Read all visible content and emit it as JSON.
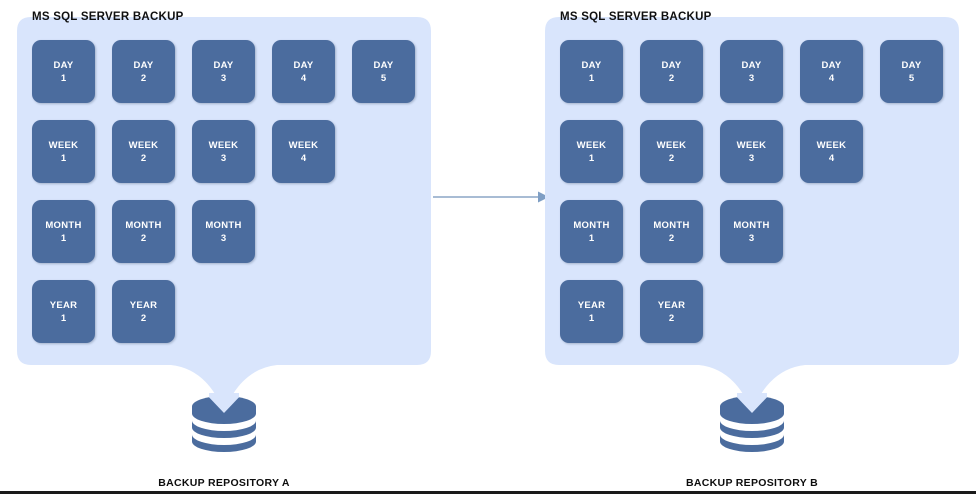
{
  "diagram": {
    "title": "MS SQL Server Backup retention copied between two backup repositories",
    "colors": {
      "panel_fill": "#d9e5fc",
      "tile_fill": "#4b6c9e",
      "tile_text": "#ffffff",
      "cylinder_fill": "#4b6c9e",
      "arrow": "#a8bcd4",
      "label_text": "#101010",
      "page_background": "#ffffff",
      "bottom_rule": "#1a1a1a"
    },
    "groups": [
      {
        "id": "backup-repository-a",
        "side": "left",
        "panel_title": "MS SQL SERVER BACKUP",
        "caption": "BACKUP REPOSITORY A",
        "storage_icon": "database-cylinder-icon",
        "rows": [
          {
            "id": "day-row",
            "unit": "DAY",
            "tiles": [
              {
                "unit": "DAY",
                "num": "1"
              },
              {
                "unit": "DAY",
                "num": "2"
              },
              {
                "unit": "DAY",
                "num": "3"
              },
              {
                "unit": "DAY",
                "num": "4"
              },
              {
                "unit": "DAY",
                "num": "5"
              }
            ]
          },
          {
            "id": "week-row",
            "unit": "WEEK",
            "tiles": [
              {
                "unit": "WEEK",
                "num": "1"
              },
              {
                "unit": "WEEK",
                "num": "2"
              },
              {
                "unit": "WEEK",
                "num": "3"
              },
              {
                "unit": "WEEK",
                "num": "4"
              }
            ]
          },
          {
            "id": "month-row",
            "unit": "MONTH",
            "tiles": [
              {
                "unit": "MONTH",
                "num": "1"
              },
              {
                "unit": "MONTH",
                "num": "2"
              },
              {
                "unit": "MONTH",
                "num": "3"
              }
            ]
          },
          {
            "id": "year-row",
            "unit": "YEAR",
            "tiles": [
              {
                "unit": "YEAR",
                "num": "1"
              },
              {
                "unit": "YEAR",
                "num": "2"
              }
            ]
          }
        ]
      },
      {
        "id": "backup-repository-b",
        "side": "right",
        "panel_title": "MS SQL SERVER BACKUP",
        "caption": "BACKUP REPOSITORY B",
        "storage_icon": "database-cylinder-icon",
        "rows": [
          {
            "id": "day-row",
            "unit": "DAY",
            "tiles": [
              {
                "unit": "DAY",
                "num": "1"
              },
              {
                "unit": "DAY",
                "num": "2"
              },
              {
                "unit": "DAY",
                "num": "3"
              },
              {
                "unit": "DAY",
                "num": "4"
              },
              {
                "unit": "DAY",
                "num": "5"
              }
            ]
          },
          {
            "id": "week-row",
            "unit": "WEEK",
            "tiles": [
              {
                "unit": "WEEK",
                "num": "1"
              },
              {
                "unit": "WEEK",
                "num": "2"
              },
              {
                "unit": "WEEK",
                "num": "3"
              },
              {
                "unit": "WEEK",
                "num": "4"
              }
            ]
          },
          {
            "id": "month-row",
            "unit": "MONTH",
            "tiles": [
              {
                "unit": "MONTH",
                "num": "1"
              },
              {
                "unit": "MONTH",
                "num": "2"
              },
              {
                "unit": "MONTH",
                "num": "3"
              }
            ]
          },
          {
            "id": "year-row",
            "unit": "YEAR",
            "tiles": [
              {
                "unit": "YEAR",
                "num": "1"
              },
              {
                "unit": "YEAR",
                "num": "2"
              }
            ]
          }
        ]
      }
    ],
    "connector": {
      "id": "copy-arrow",
      "icon": "arrow-right-icon",
      "from": "backup-repository-a",
      "to": "backup-repository-b",
      "label": ""
    }
  }
}
